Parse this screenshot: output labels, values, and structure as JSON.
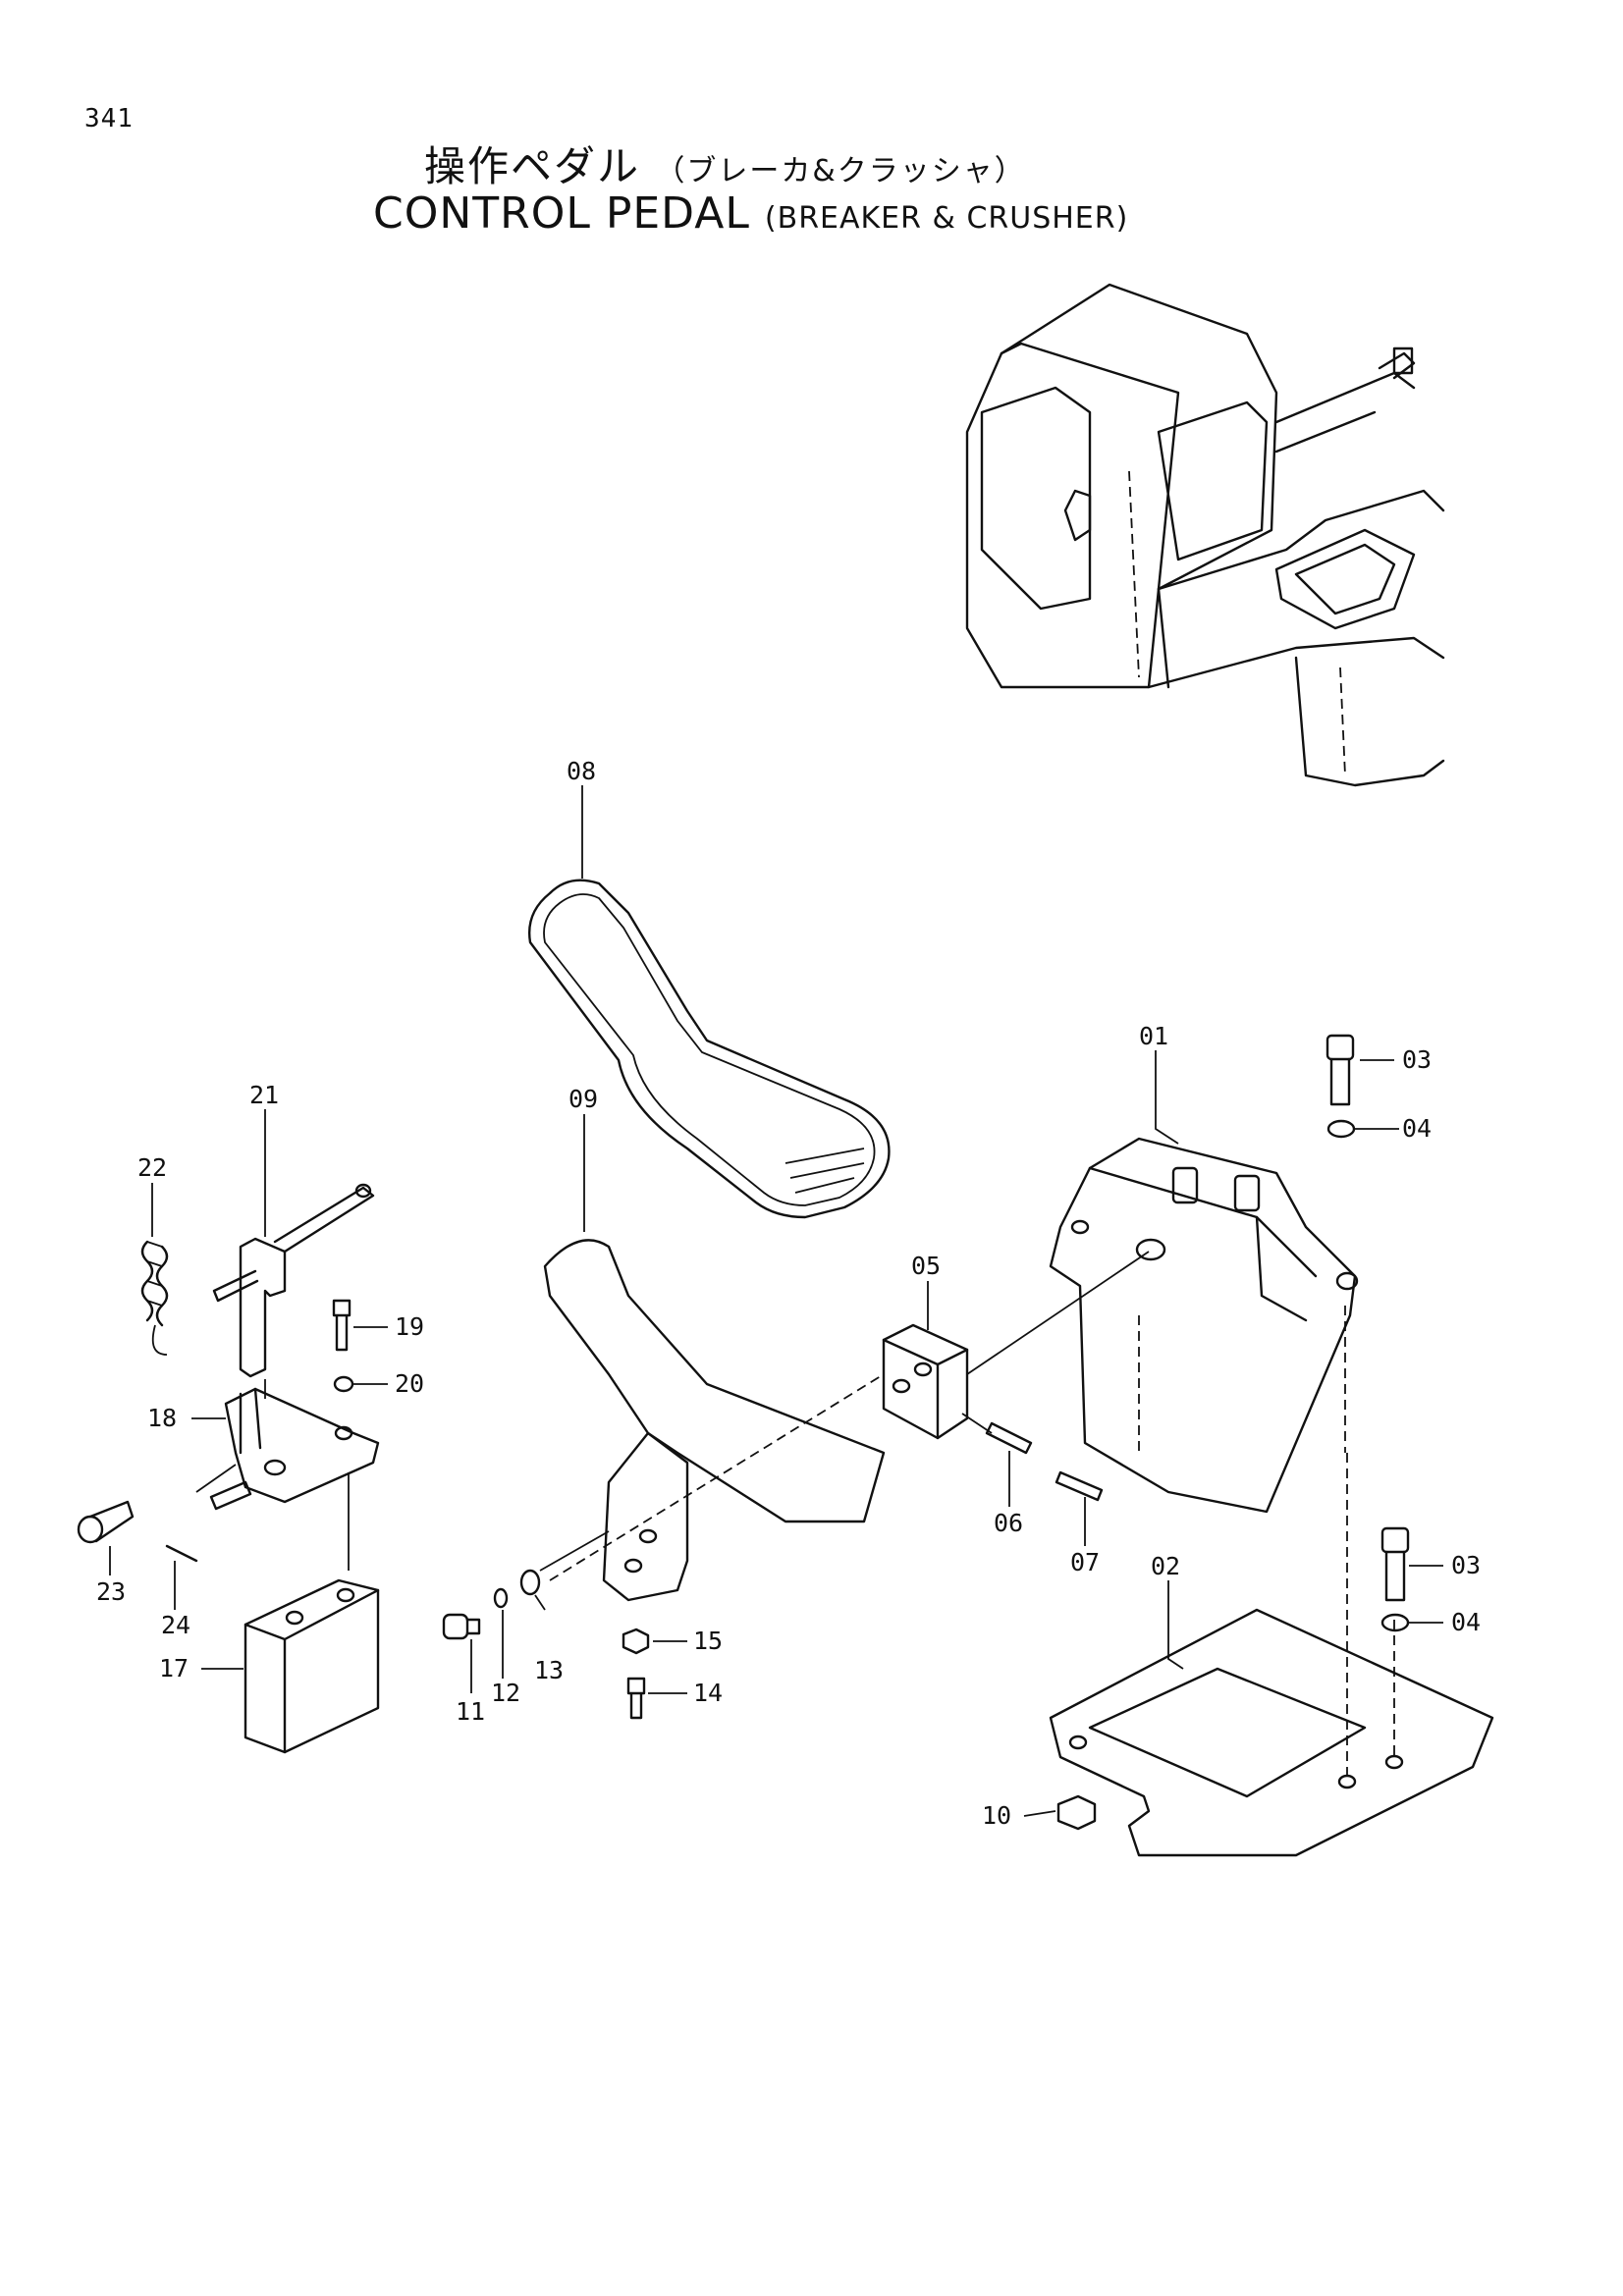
{
  "page_number": "341",
  "title_jp": "操作ペダル",
  "title_jp_sub": "（ブレーカ&クラッシャ）",
  "title_en": "CONTROL PEDAL",
  "title_en_sub": "(BREAKER & CRUSHER)",
  "part_labels": [
    "01",
    "02",
    "03",
    "04",
    "05",
    "06",
    "07",
    "08",
    "09",
    "10",
    "11",
    "12",
    "13",
    "14",
    "15",
    "17",
    "18",
    "19",
    "20",
    "21",
    "22",
    "23",
    "24",
    "03",
    "04"
  ]
}
